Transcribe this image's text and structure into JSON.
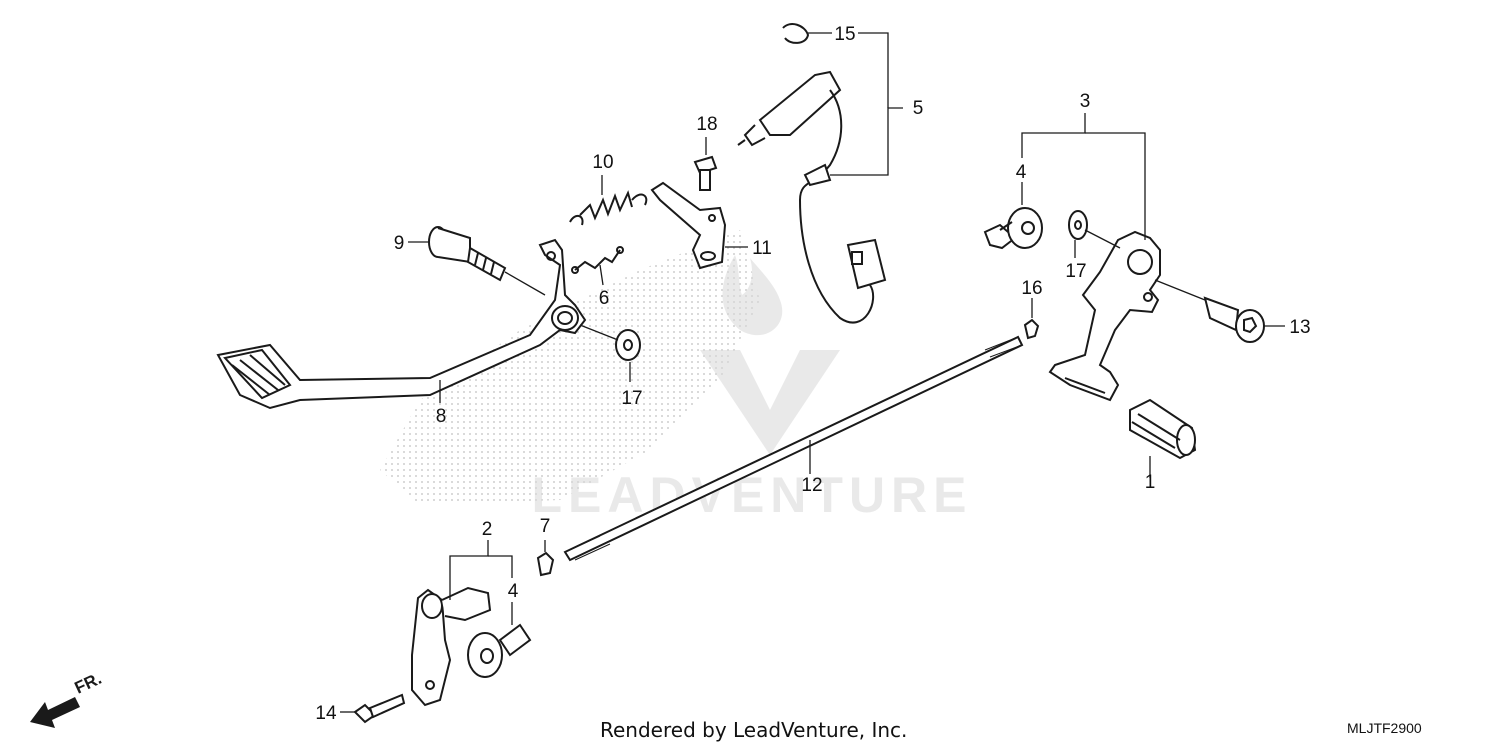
{
  "diagram": {
    "footer": "Rendered by LeadVenture, Inc.",
    "code": "MLJTF2900",
    "direction_label": "FR.",
    "watermark": "LEADVENTURE",
    "callouts": [
      "1",
      "2",
      "3",
      "4",
      "4",
      "5",
      "6",
      "7",
      "8",
      "9",
      "10",
      "11",
      "12",
      "13",
      "14",
      "15",
      "16",
      "17",
      "17",
      "18"
    ]
  },
  "colors": {
    "line": "#1a1a1a",
    "watermark": "#d0d0d0",
    "stipple": "#cfcfcf"
  }
}
